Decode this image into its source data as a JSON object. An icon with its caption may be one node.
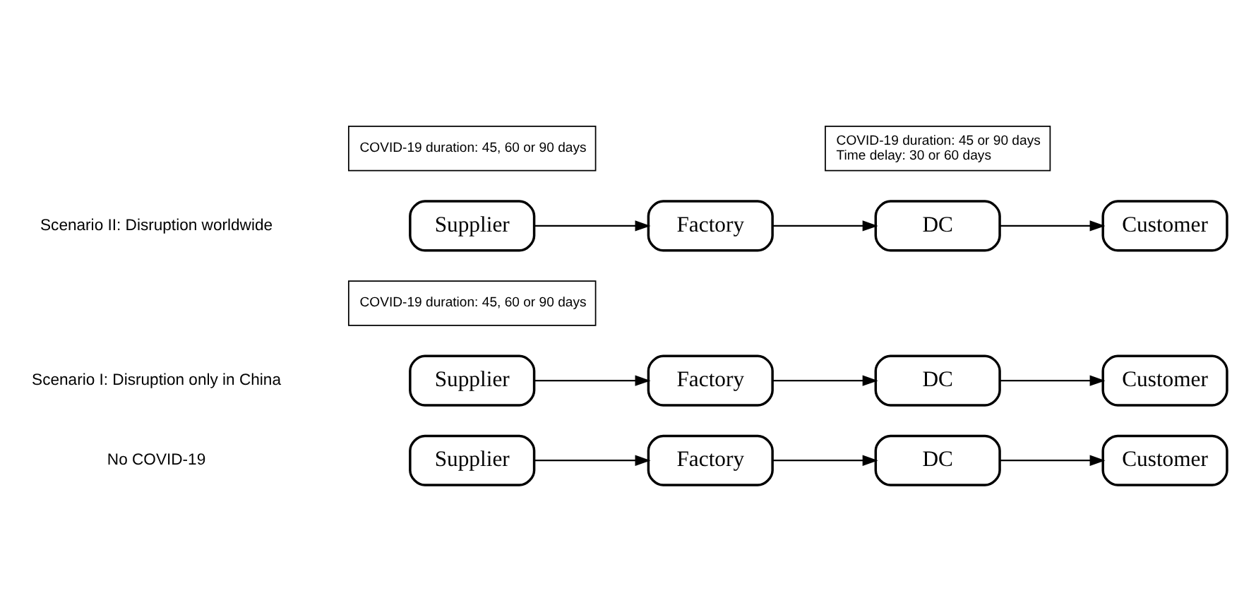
{
  "diagram": {
    "nodes": [
      {
        "text": [
          "Supplier"
        ]
      },
      {
        "text": [
          "Factory"
        ]
      },
      {
        "text": [
          "DC"
        ]
      },
      {
        "text": [
          "Customer"
        ]
      },
      {
        "text": [
          "Supplier"
        ]
      },
      {
        "text": [
          "Factory"
        ]
      },
      {
        "text": [
          "DC"
        ]
      },
      {
        "text": [
          "Customer"
        ]
      },
      {
        "text": [
          "COVID-19 duration: 45, 60 or 90 days"
        ]
      },
      {
        "text": [
          "Supplier"
        ]
      },
      {
        "text": [
          "Factory"
        ]
      },
      {
        "text": [
          "DC"
        ]
      },
      {
        "text": [
          "Customer"
        ]
      },
      {
        "text": [
          "COVID-19 duration: 45, 60 or 90 days"
        ]
      },
      {
        "text": [
          "COVID-19 duration: 45 or 90 days",
          "Time delay: 30 or 60 days"
        ]
      }
    ],
    "edges": [
      {
        "from": 0,
        "to": 1,
        "arrow": "to"
      },
      {
        "from": 1,
        "to": 2,
        "arrow": "to"
      },
      {
        "from": 2,
        "to": 3,
        "arrow": "to"
      },
      {
        "from": 4,
        "to": 5,
        "arrow": "to"
      },
      {
        "from": 5,
        "to": 6,
        "arrow": "to"
      },
      {
        "from": 6,
        "to": 7,
        "arrow": "to"
      },
      {
        "from": 9,
        "to": 10,
        "arrow": "to"
      },
      {
        "from": 10,
        "to": 11,
        "arrow": "to"
      },
      {
        "from": 11,
        "to": 12,
        "arrow": "to"
      }
    ],
    "labels": [
      "No COVID-19",
      "Scenario I: Disruption only in China",
      "Scenario II: Disruption worldwide"
    ]
  }
}
